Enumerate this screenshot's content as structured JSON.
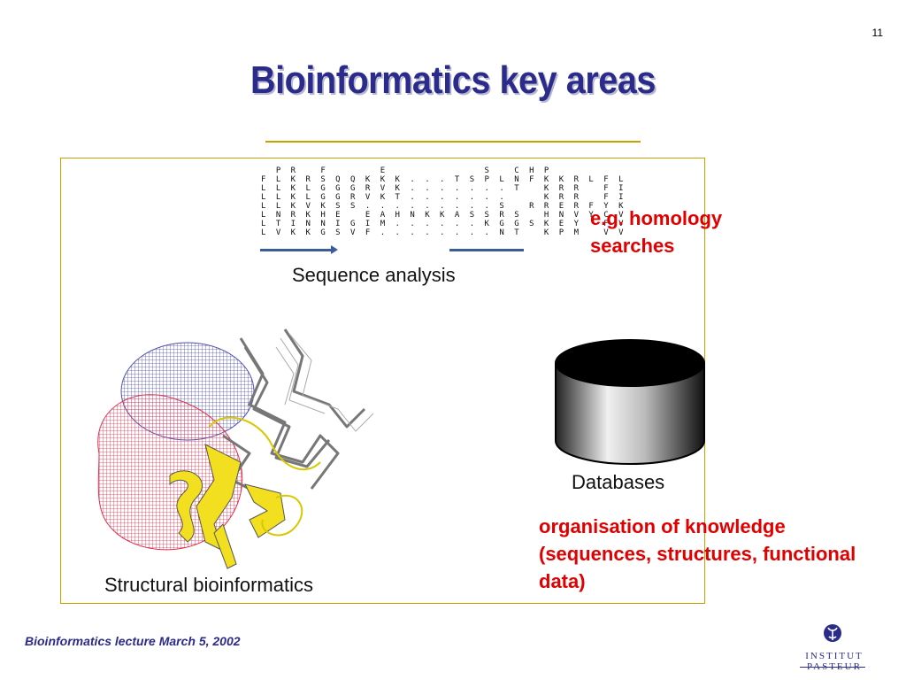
{
  "slide": {
    "number": "11",
    "title": "Bioinformatics key areas",
    "footer": "Bioinformatics lecture March 5, 2002"
  },
  "sequence_alignment": {
    "header": "  P R   F       E             S   C H P",
    "rows": [
      "F L K R S Q Q K K K . . . T S P L N F K K R L F L",
      "L L K L G G G R V K . . . . . . . T   K R R   F I",
      "L L K L G G R V K T . . . . . . .     K R R   F I",
      "L L K V K S S . . . . . . . . . S   R R E R F Y K",
      "L N R K H E   E A H N K K A S S R S   H N V Y C V",
      "L T I N N I G I M . . . . . . K G G S K E Y   F V",
      "L V K K G S V F . . . . . . . . N T   K P M   V V"
    ]
  },
  "labels": {
    "sequence_analysis": "Sequence analysis",
    "databases": "Databases",
    "structural": "Structural bioinformatics"
  },
  "notes": {
    "homology": "e.g. homology searches",
    "organisation": "organisation of knowledge (sequences, structures, functional data)"
  },
  "logo": {
    "text": "INSTITUT PASTEUR"
  },
  "colors": {
    "title": "#2b2b8c",
    "accent_rule": "#c8a000",
    "note_red": "#e00000"
  }
}
